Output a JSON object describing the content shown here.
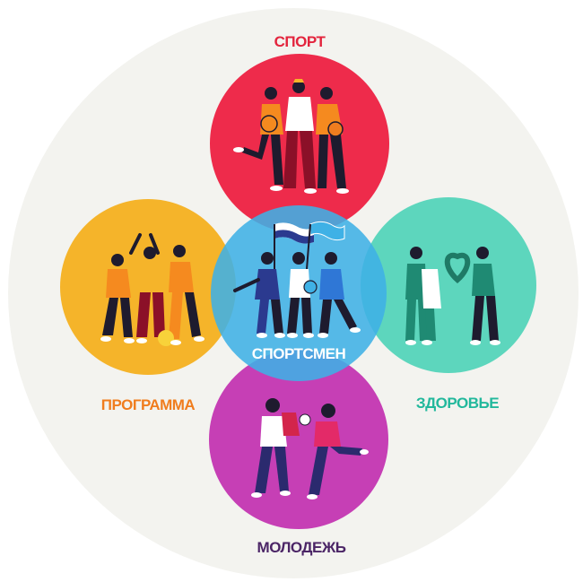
{
  "labels": {
    "top": "СПОРТ",
    "center": "СПОРТСМЕН",
    "left": "ПРОГРАММА",
    "right": "ЗДОРОВЬЕ",
    "bottom": "МОЛОДЕЖЬ"
  },
  "colors": {
    "background_disc": "#f3f3ef",
    "sport": "#ee2b4b",
    "program": "#f5b42a",
    "athlete": "#3fb1e6",
    "health": "#5dd6bd",
    "youth": "#c63fb5",
    "sport_text": "#e3243d",
    "program_text": "#f07d1e",
    "health_text": "#22b89c",
    "youth_text": "#4b2566",
    "center_text": "#ffffff"
  },
  "illustrations": {
    "top": "group-of-three-athletes",
    "left": "three-people-high-five-with-ball",
    "center": "three-people-with-flags",
    "right": "two-people-holding-heart",
    "bottom": "two-people-passing-ball"
  }
}
